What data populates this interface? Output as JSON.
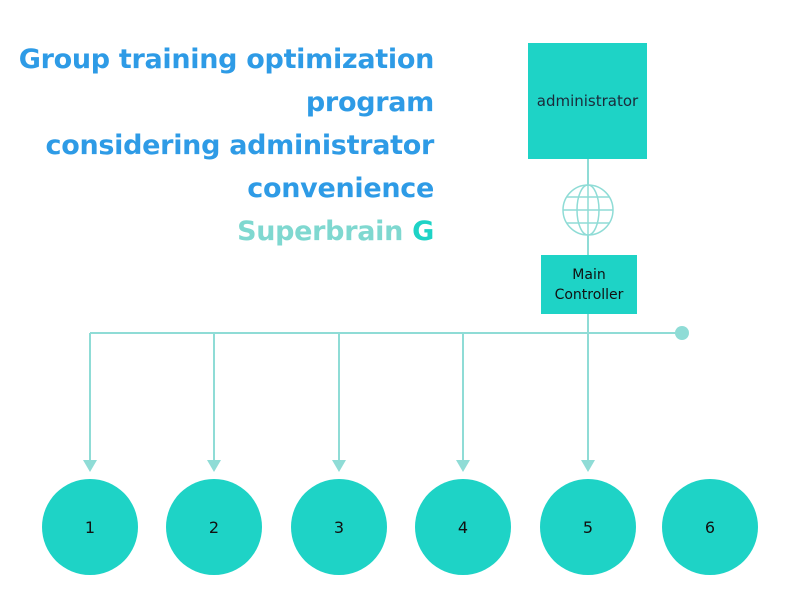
{
  "title": {
    "lines": [
      "Group training optimization",
      "program",
      "considering administrator",
      "convenience"
    ],
    "brand_text": "Superbrain ",
    "brand_mark": "G"
  },
  "administrator": {
    "label": "administrator"
  },
  "network_icon": "globe-icon",
  "main_controller": {
    "label_line1": "Main",
    "label_line2": "Controller"
  },
  "nodes": [
    "1",
    "2",
    "3",
    "4",
    "5",
    "6"
  ],
  "colors": {
    "title": "#2e9be6",
    "brand": "#7fd8d0",
    "box_fill": "#1ed3c6",
    "connector": "#8fdcd6"
  }
}
